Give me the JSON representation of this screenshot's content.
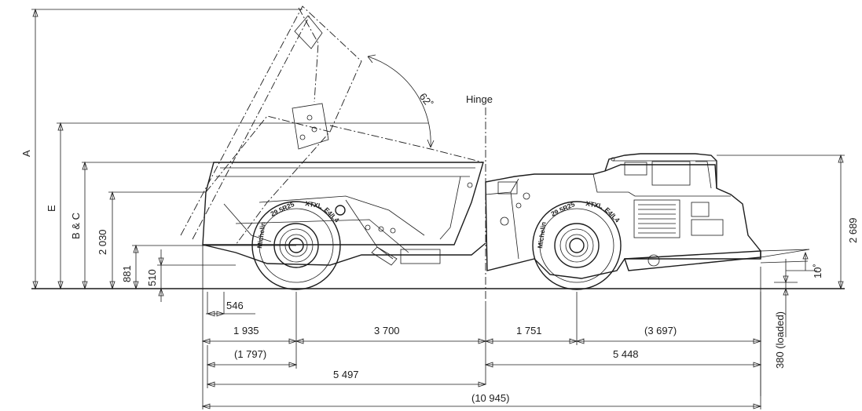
{
  "labels": {
    "dim_a": "A",
    "dim_e": "E",
    "dim_bc": "B & C",
    "dim_height_box": "2 030",
    "dim_881": "881",
    "dim_510": "510",
    "dim_546": "546",
    "dim_1935": "1 935",
    "dim_3700": "3 700",
    "dim_1751": "1 751",
    "dim_3697": "(3 697)",
    "dim_1797": "(1 797)",
    "dim_5448": "5 448",
    "dim_5497": "5 497",
    "dim_10945": "(10 945)",
    "dim_2689": "2 689",
    "dim_380": "380 (loaded)",
    "angle_62": "62˚",
    "angle_10": "10˚",
    "hinge": "Hinge",
    "tire_brand": "Michelin",
    "tire_size": "29.5R25",
    "tire_model": "XTXL",
    "tire_code": "E4/L4"
  }
}
